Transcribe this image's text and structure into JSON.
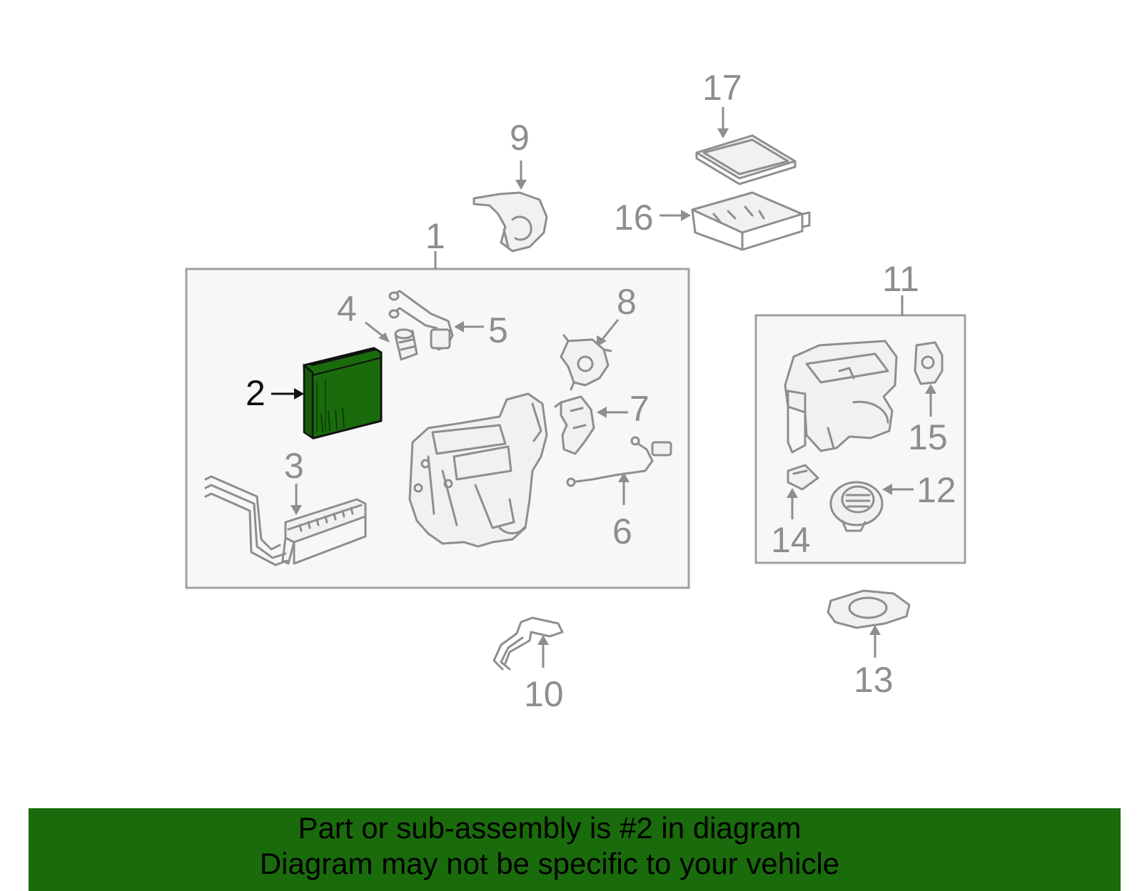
{
  "callouts": {
    "c1": "1",
    "c2": "2",
    "c3": "3",
    "c4": "4",
    "c5": "5",
    "c6": "6",
    "c7": "7",
    "c8": "8",
    "c9": "9",
    "c10": "10",
    "c11": "11",
    "c12": "12",
    "c13": "13",
    "c14": "14",
    "c15": "15",
    "c16": "16",
    "c17": "17"
  },
  "highlight": {
    "part_number": "2",
    "color": "#1a6b0c"
  },
  "banner": {
    "line1": "Part or sub-assembly is #2 in diagram",
    "line2": "Diagram may not be specific to your vehicle",
    "background": "#1a6b0c"
  }
}
